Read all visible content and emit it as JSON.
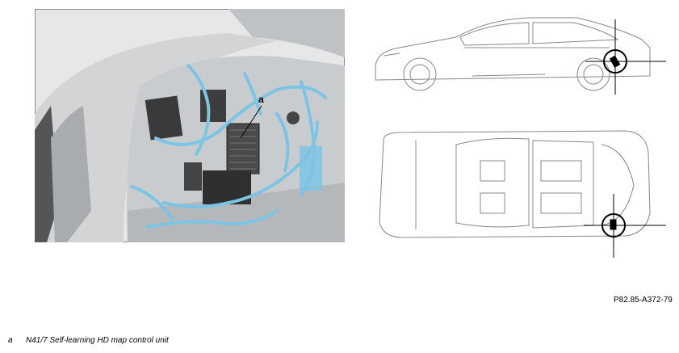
{
  "callout_letter": "a",
  "figure_id": "P82.85-A372-79",
  "legend": [
    {
      "key": "a",
      "text": "N41/7 Self-learning HD map control unit"
    }
  ],
  "colors": {
    "harness_blue": "#7cc4e4",
    "module_dark": "#3a3a3a",
    "panel_gray": "#cfd2d4"
  }
}
